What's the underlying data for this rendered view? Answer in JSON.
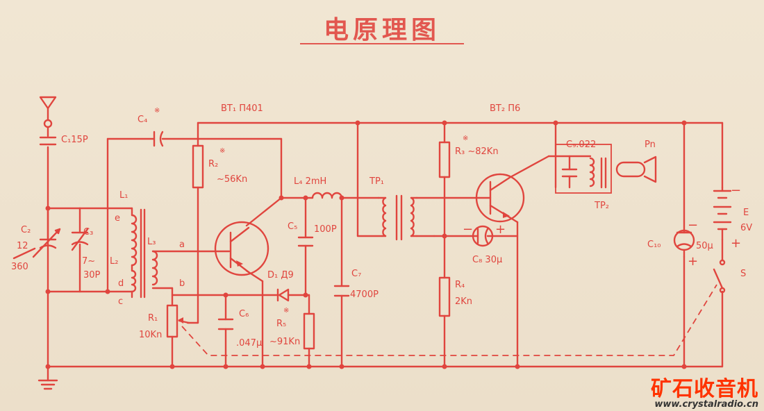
{
  "title": "电原理图",
  "labels": {
    "bt1": "BT₁ П401",
    "bt2": "BT₂ П6",
    "c4": "C₄",
    "c1": "C₁15P",
    "r2": "R₂",
    "r2v": "~56Kn",
    "l4": "L₄ 2mH",
    "tp1": "TP₁",
    "r3": "R₃ ~82Kn",
    "c9": "C₉.022",
    "pn": "Pn",
    "l1": "L₁",
    "e": "e",
    "l3": "L₃",
    "a": "a",
    "c5": "C₅",
    "c5v": "100P",
    "c2": "C₂",
    "c2v1": "12",
    "c2v2": "360",
    "c3": "C₃",
    "c3v1": "7~",
    "c3v2": "30P",
    "l2": "L₂",
    "d": "d",
    "c": "c",
    "b": "b",
    "d1": "D₁ Д9",
    "c7": "C₇",
    "c7v": "4700P",
    "c8": "C₈  30μ",
    "r4": "R₄",
    "r4v": "2Kn",
    "tp2": "TP₂",
    "e_bat": "E",
    "v6": "6V",
    "c10": "C₁₀",
    "c10v": "50μ",
    "s": "S",
    "r1": "R₁",
    "r1v": "10Kn",
    "c6": "C₆",
    "c6v": ".047μ",
    "r5": "R₅",
    "r5v": "~91Kn"
  },
  "watermark": {
    "logo": "矿石收音机",
    "url": "www.crystalradio.cn"
  },
  "colors": {
    "ink": "#e0453e",
    "paper": "#efe3cf"
  }
}
